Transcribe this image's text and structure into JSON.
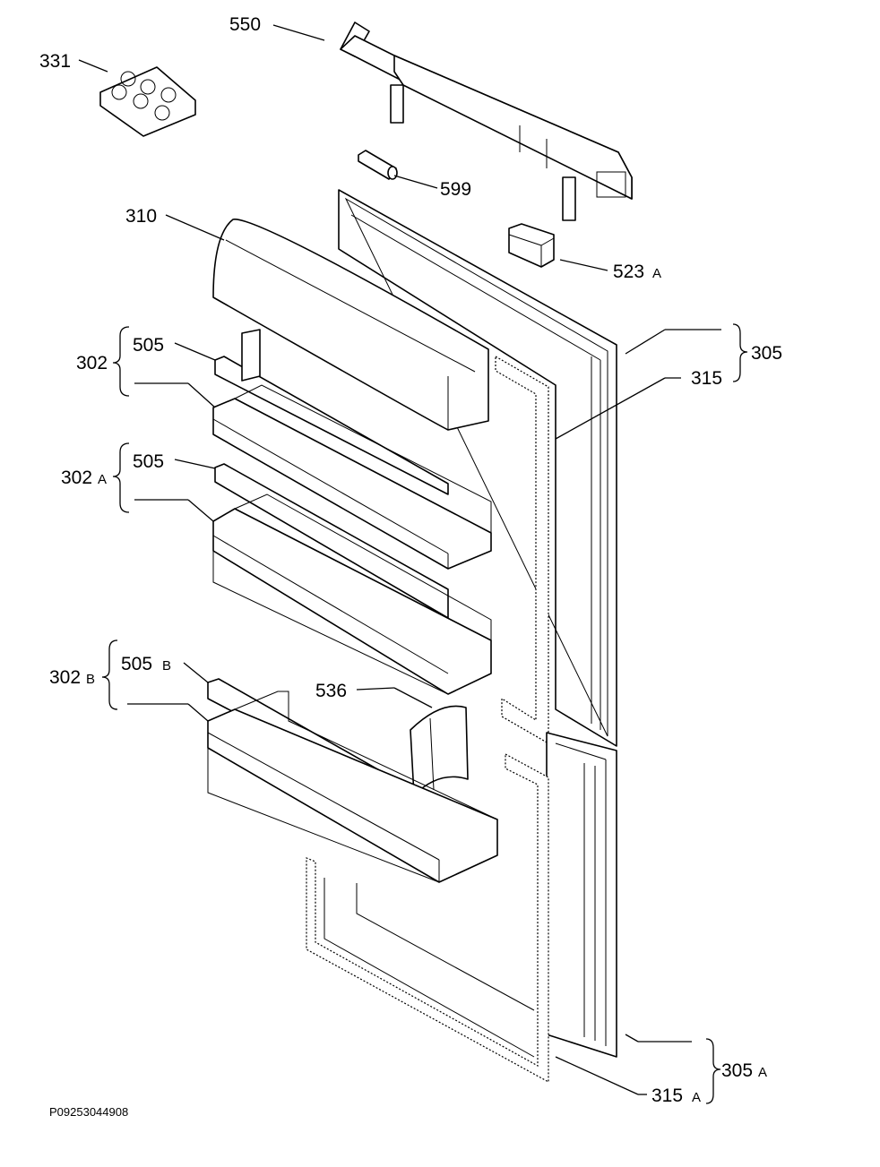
{
  "labels": {
    "p550": "550",
    "p331": "331",
    "p599": "599",
    "p310": "310",
    "p523": "523",
    "p523_suffix": "A",
    "p305": "305",
    "p315": "315",
    "p302": "302",
    "p505_1": "505",
    "p302a": "302",
    "p302a_suffix": "A",
    "p505_2": "505",
    "p536": "536",
    "p302b": "302",
    "p302b_suffix": "B",
    "p505b": "505",
    "p505b_suffix": "B",
    "p305a": "305",
    "p305a_suffix": "A",
    "p315a": "315",
    "p315a_suffix": "A"
  },
  "drawing_code": "P09253044908"
}
